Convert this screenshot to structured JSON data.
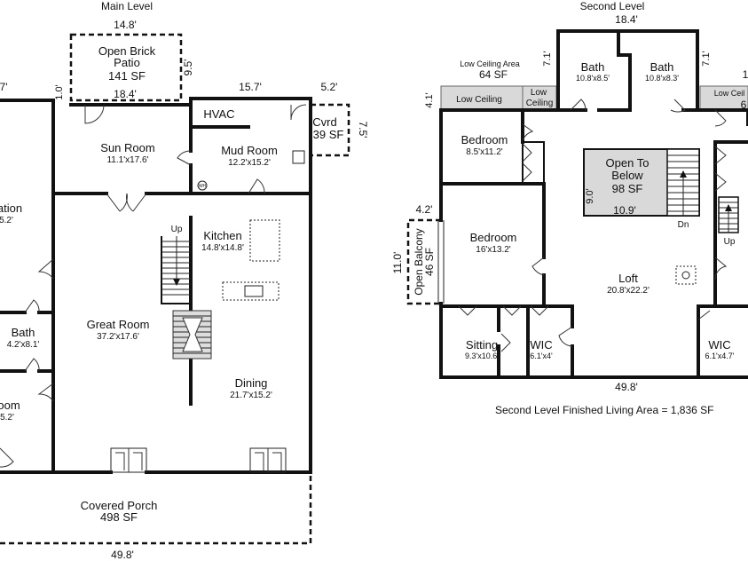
{
  "main_level": {
    "title": "Main Level",
    "dims": {
      "patio_width": "14.8'",
      "patio_depth": "9.5'",
      "left_partial": "7'",
      "small_1": "1.0'",
      "patio_base": "18.4'",
      "mud_width": "15.7'",
      "cvrd_width": "5.2'",
      "cvrd_depth": "7.5'",
      "bottom_width": "49.8'"
    },
    "patio": {
      "line1": "Open Brick",
      "line2": "Patio",
      "area": "141 SF"
    },
    "hvac": "HVAC",
    "cvrd": {
      "label": "Cvrd",
      "area": "39 SF"
    },
    "sun_room": {
      "name": "Sun Room",
      "dims": "11.1'x17.6'"
    },
    "mud_room": {
      "name": "Mud Room",
      "dims": "12.2'x15.2'"
    },
    "wh_label": "WH",
    "left_room_top": {
      "name": "ation",
      "dims": "5.2'"
    },
    "kitchen": {
      "name": "Kitchen",
      "dims": "14.8'x14.8'"
    },
    "up_label": "Up",
    "great_room": {
      "name": "Great Room",
      "dims": "37.2'x17.6'"
    },
    "bath": {
      "name": "Bath",
      "dims": "4.2'x8.1'"
    },
    "left_room_bottom": {
      "name": "oom",
      "dims": "5.2'"
    },
    "dining": {
      "name": "Dining",
      "dims": "21.7'x15.2'"
    },
    "covered_porch": {
      "name": "Covered Porch",
      "area": "498 SF"
    }
  },
  "second_level": {
    "title": "Second Level",
    "dims": {
      "top_width": "18.4'",
      "left_bath_depth": "7.1'",
      "right_bath_depth": "7.1'",
      "right_edge": "1",
      "left_top": "4.1'",
      "balcony_width": "4.2'",
      "balcony_depth": "11.0'",
      "stair_depth": "9.0'",
      "stair_width": "10.9'",
      "bottom_width": "49.8'"
    },
    "low_ceiling_area": {
      "label": "Low Ceiling Area",
      "area": "64 SF"
    },
    "bath1": {
      "name": "Bath",
      "dims": "10.8'x8.5'"
    },
    "bath2": {
      "name": "Bath",
      "dims": "10.8'x8.3'"
    },
    "low_ceiling_left": "Low Ceiling",
    "low_ceiling_mid": {
      "line1": "Low",
      "line2": "Ceiling"
    },
    "low_ceiling_right": {
      "label": "Low Ceil",
      "area": "6"
    },
    "bedroom1": {
      "name": "Bedroom",
      "dims": "8.5'x11.2'"
    },
    "open_to_below": {
      "line1": "Open To",
      "line2": "Below",
      "area": "98 SF"
    },
    "dn_label": "Dn",
    "up_label": "Up",
    "bedroom2": {
      "name": "Bedroom",
      "dims": "16'x13.2'"
    },
    "open_balcony": {
      "label": "Open Balcony",
      "area": "46 SF"
    },
    "loft": {
      "name": "Loft",
      "dims": "20.8'x22.2'"
    },
    "sitting": {
      "name": "Sitting",
      "dims": "9.3'x10.6'"
    },
    "wic1": {
      "name": "WIC",
      "dims": "6.1'x4'"
    },
    "wic2": {
      "name": "WIC",
      "dims": "6.1'x4.7'"
    },
    "finished_area": "Second Level Finished Living Area = 1,836 SF"
  },
  "colors": {
    "wall": "#111111",
    "shade": "#d9d9d9"
  }
}
